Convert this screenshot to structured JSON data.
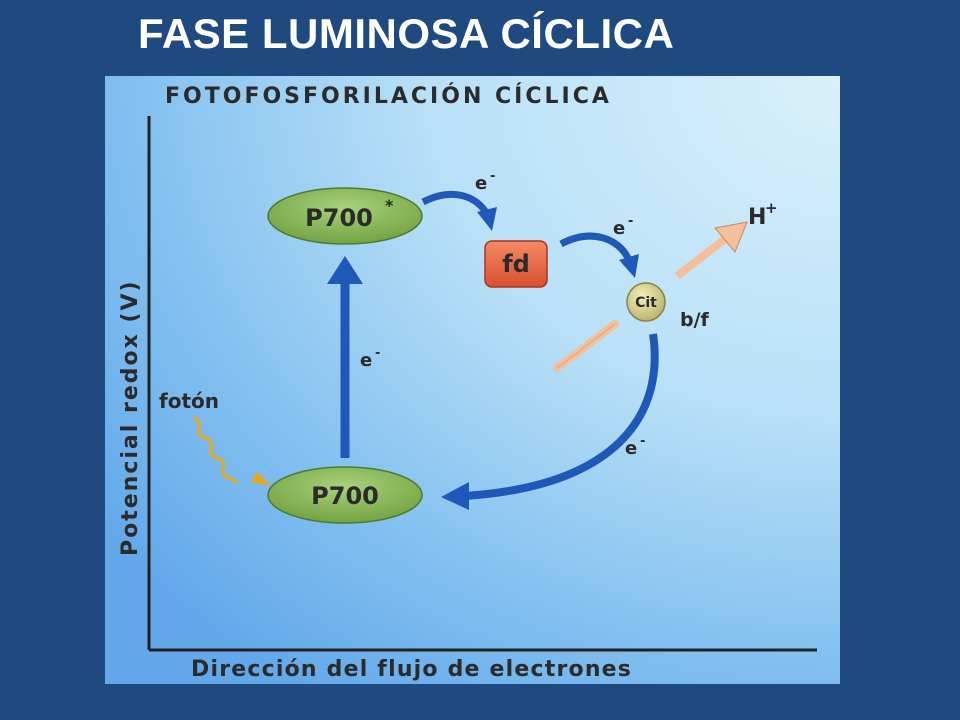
{
  "slide": {
    "title": "FASE LUMINOSA CÍCLICA"
  },
  "diagram": {
    "title": "FOTOFOSFORILACIÓN CÍCLICA",
    "y_axis_label": "Potencial redox (V)",
    "x_axis_label": "Dirección del flujo de electrones",
    "nodes": {
      "p700_excited": "P700",
      "p700_excited_sup": "*",
      "p700_ground": "P700",
      "ferredoxin": "fd",
      "cytochrome": "Cit",
      "cytochrome_suffix": "b/f"
    },
    "labels": {
      "photon": "fotón",
      "proton": "H",
      "proton_sup": "+",
      "electron": "e",
      "electron_sup": "-"
    },
    "colors": {
      "slide_background": "#1f4a80",
      "ellipse_fill": "#7fb34d",
      "fd_fill": "#e8613f",
      "arrow_blue": "#1e58b8",
      "photon_wave": "#e8a81c",
      "proton_arrow": "#f3c09a"
    }
  }
}
